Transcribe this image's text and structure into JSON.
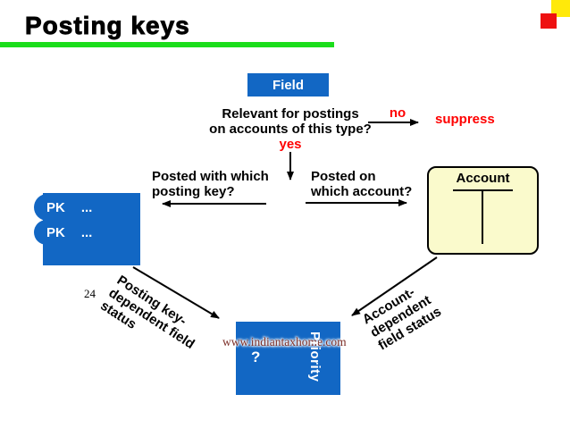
{
  "slide": {
    "title": "Posting keys",
    "page_number": "24",
    "watermark": "www.indiantaxhome.com"
  },
  "colors": {
    "blue": "#1267C4",
    "green": "#1BDD1B",
    "yellow": "#FFE90A",
    "red_square": "#EE1111",
    "red_text": "#FF0000",
    "account_fill": "#FAFACC",
    "watermark_text": "#7B2D26"
  },
  "diagram": {
    "field_box": {
      "label": "Field"
    },
    "relevance_question": {
      "line1": "Relevant for postings",
      "line2": "on accounts of this type?"
    },
    "no_label": "no",
    "suppress_label": "suppress",
    "yes_label": "yes",
    "posting_key_question": {
      "line1": "Posted with which",
      "line2": "posting key?"
    },
    "account_question": {
      "line1": "Posted on",
      "line2": "which account?"
    },
    "pk_list": {
      "rows": [
        {
          "key": "PK",
          "value": "..."
        },
        {
          "key": "PK",
          "value": "..."
        }
      ]
    },
    "account_box": {
      "label": "Account"
    },
    "posting_status_label": {
      "line1": "Posting key-",
      "line2": "dependent field",
      "line3": "status"
    },
    "account_status_label": {
      "line1": "Account-",
      "line2": "dependent",
      "line3": "field status"
    },
    "priority_box": {
      "question_mark": "?",
      "rotated_label": "Priority"
    }
  }
}
